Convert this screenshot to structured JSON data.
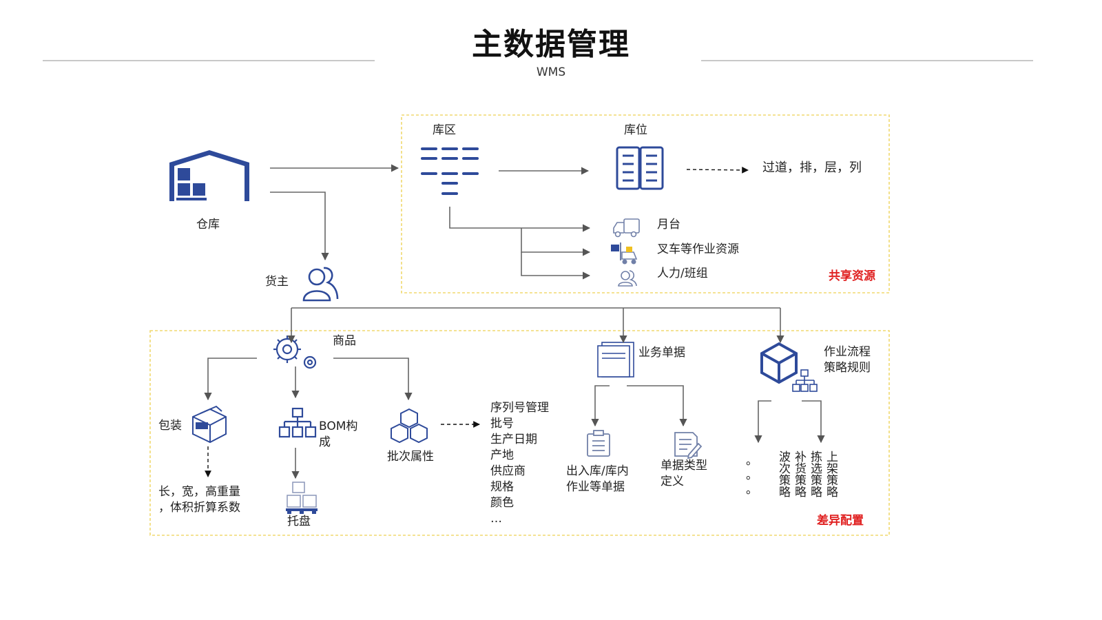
{
  "header": {
    "title": "主数据管理",
    "subtitle": "WMS"
  },
  "shared_resources": {
    "tag": "共享资源",
    "zone": "库区",
    "location": "库位",
    "location_detail": "过道，排，层，列",
    "dock": "月台",
    "forklift": "叉车等作业资源",
    "manpower": "人力/班组"
  },
  "warehouse": "仓库",
  "owner": "货主",
  "differences": {
    "tag": "差异配置",
    "goods": "商品",
    "packaging": "包装",
    "packaging_detail": [
      "长，宽，高重量",
      "，体积折算系数"
    ],
    "bom": [
      "BOM构",
      "成"
    ],
    "pallet": "托盘",
    "batch_attr": "批次属性",
    "batch_list": [
      "序列号管理",
      "批号",
      "生产日期",
      "产地",
      "供应商",
      "规格",
      "颜色",
      "…"
    ],
    "documents": "业务单据",
    "doc_inout": [
      "出入库/库内",
      "作业等单据"
    ],
    "doc_type": [
      "单据类型",
      "定义"
    ],
    "workflow": [
      "作业流程",
      "策略规则"
    ],
    "strategy_dots": [
      "。",
      "。",
      "。"
    ],
    "strategies": [
      "波次策略",
      "补货策略",
      "拣选策略",
      "上架策略"
    ]
  }
}
